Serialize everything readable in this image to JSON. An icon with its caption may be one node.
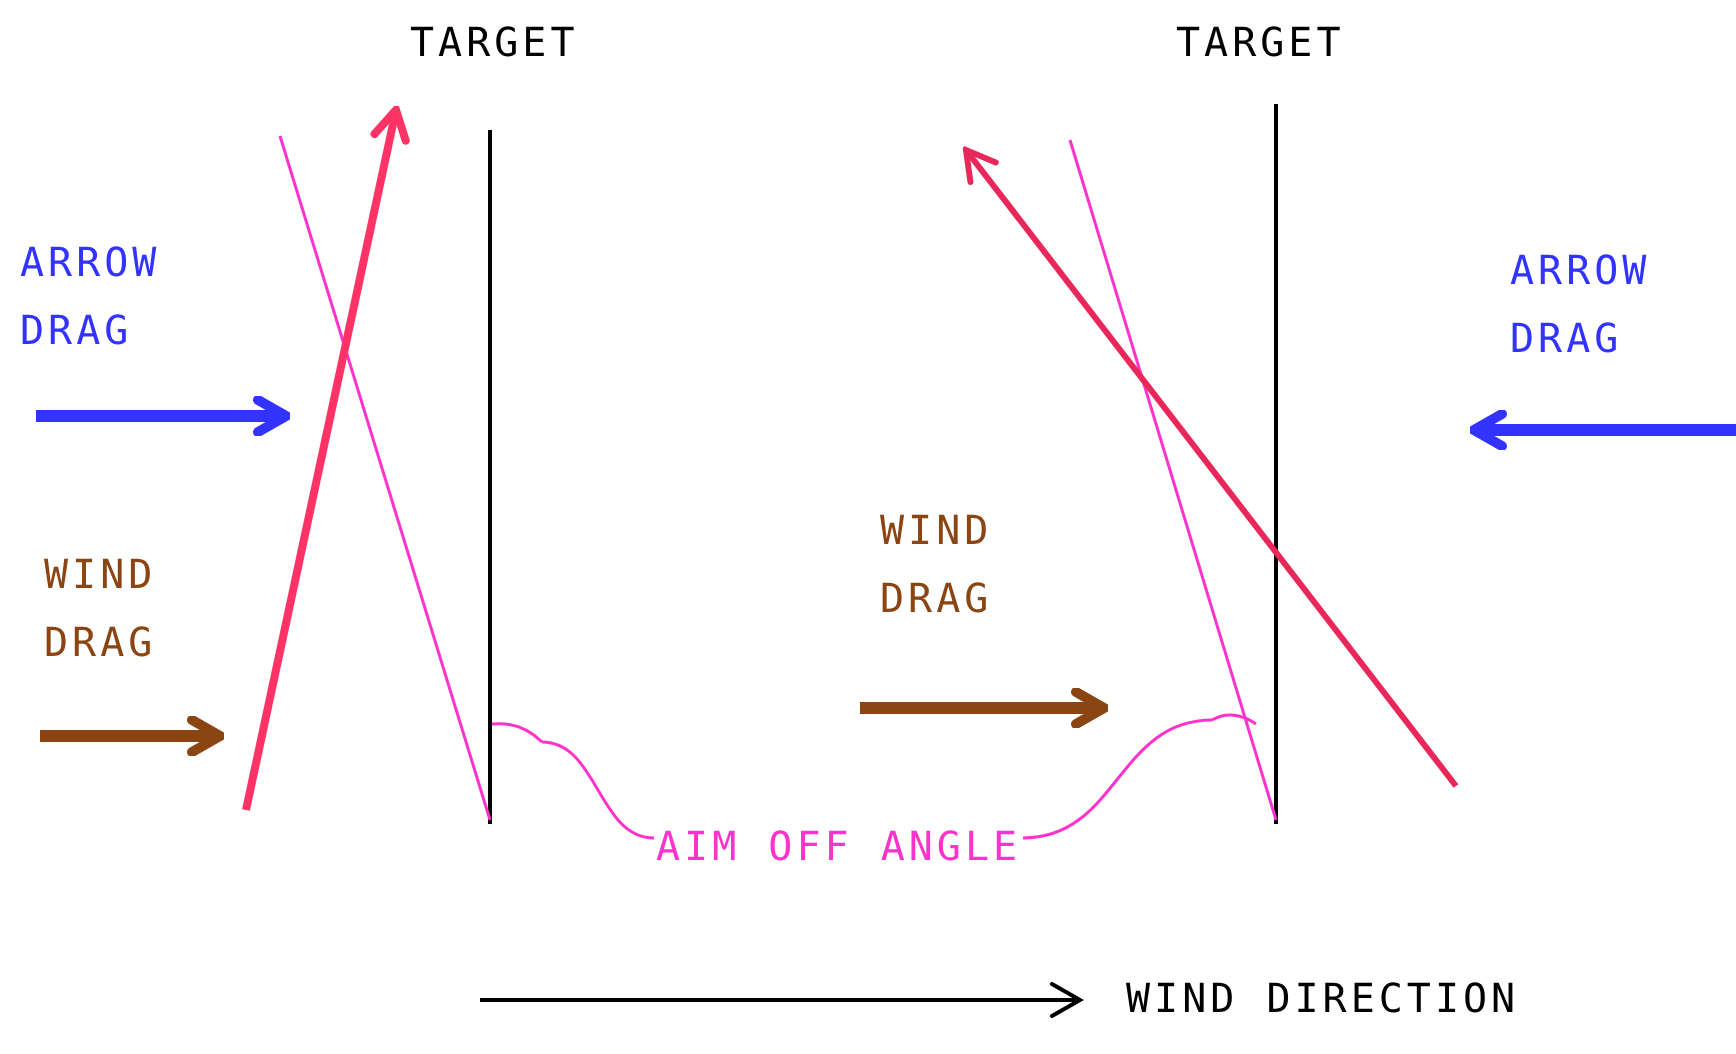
{
  "diagram": {
    "nodes": [
      {
        "text": [
          "AIM OFF ANGLE"
        ]
      },
      {
        "text": [],
        "shape": "arc"
      },
      {
        "text": [],
        "shape": "arc"
      }
    ],
    "edges": [
      {
        "from": 0,
        "to": 1,
        "arrow": "none"
      },
      {
        "from": 0,
        "to": 2,
        "arrow": "none"
      }
    ],
    "labels": [
      "TARGET",
      "TARGET",
      "ARROW DRAG",
      "ARROW DRAG",
      "WIND DRAG",
      "WIND DRAG",
      "WIND DIRECTION"
    ]
  }
}
